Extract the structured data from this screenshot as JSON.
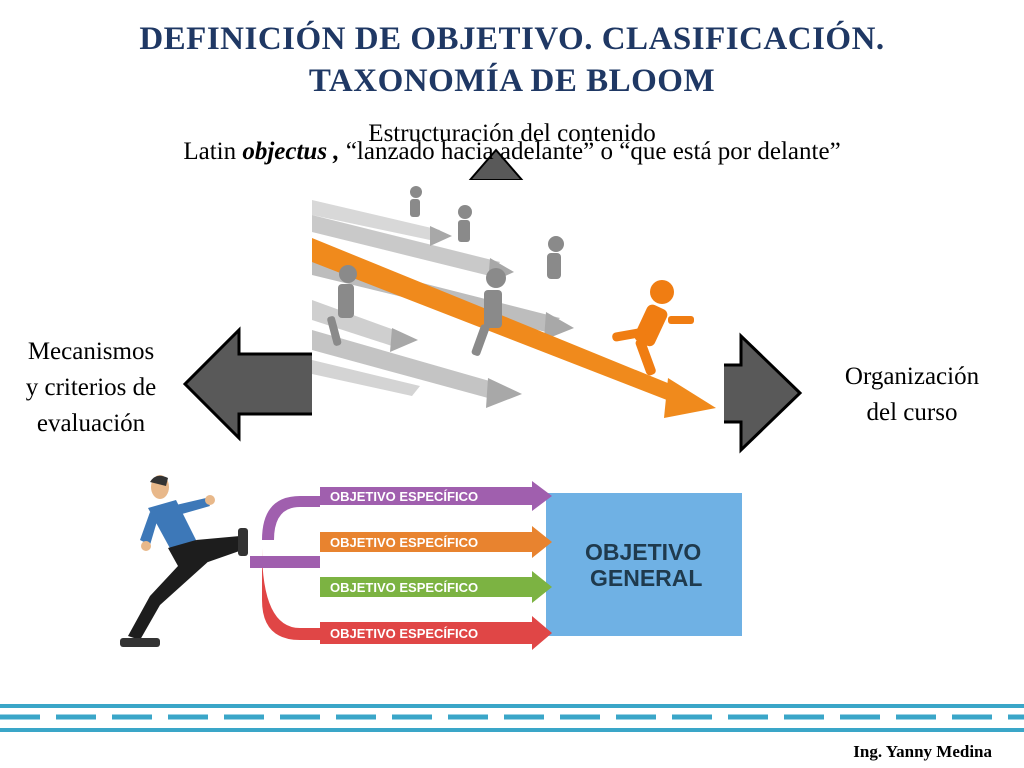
{
  "slide": {
    "title_line1": "DEFINICIÓN DE OBJETIVO. CLASIFICACIÓN.",
    "title_line2": "TAXONOMÍA DE BLOOM",
    "subtitle_prefix": "Latin ",
    "subtitle_em": "objectus ,",
    "subtitle_suffix": " “lanzado hacia adelante” o “que está por delante”",
    "top_label": "Estructuración del contenido",
    "left_label_lines": [
      "Mecanismos",
      "y criterios de",
      "evaluación"
    ],
    "right_label_lines": [
      "Organización",
      "del curso"
    ],
    "graphic": {
      "arrow_label": "OBJETIVO ESPECÍFICO",
      "goal_label_line1": "OBJETIVO",
      "goal_label_line2": "GENERAL",
      "arrow_colors": [
        "#a05fae",
        "#e8832f",
        "#7cb342",
        "#e04646"
      ],
      "goal_color": "#6fb1e4"
    },
    "footer": "Ing. Yanny Medina"
  },
  "colors": {
    "title": "#1f3864",
    "arrow_fill": "#595959",
    "stripe": "#3aa6c8"
  }
}
